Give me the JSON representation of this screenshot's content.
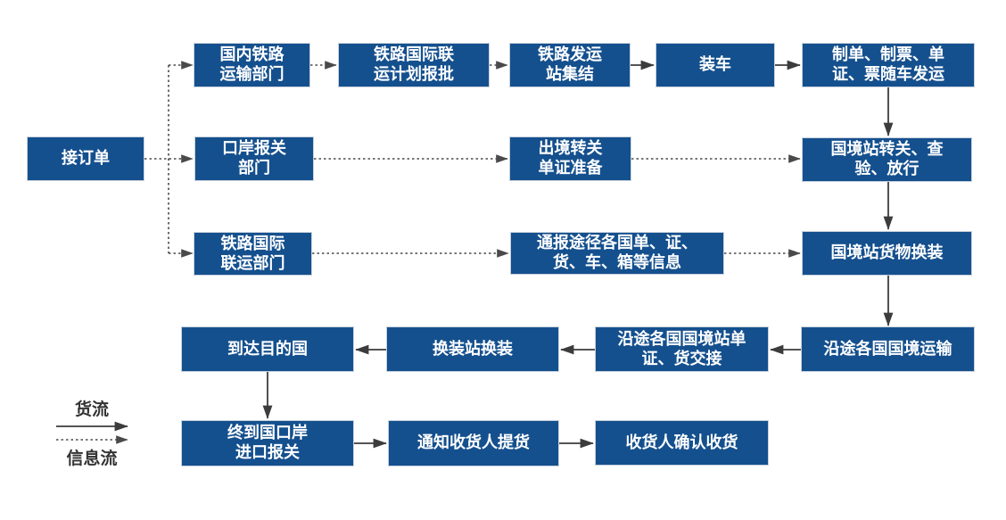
{
  "colors": {
    "box_bg": "#15508E",
    "box_text": "#FFFFFF",
    "cargo_flow_line": "#3C3C3C",
    "info_flow_line": "#4A4A4A",
    "legend_text": "#333333",
    "background": "#FFFFFF"
  },
  "legend": {
    "cargo_flow_label": "货流",
    "info_flow_label": "信息流"
  },
  "nodes": {
    "receive_order": {
      "label": "接订单"
    },
    "domestic_rail_dept": {
      "label": "国内铁路\n运输部门"
    },
    "intl_plan_approval": {
      "label": "铁路国际联\n运计划报批"
    },
    "departure_station_assembly": {
      "label": "铁路发运\n站集结"
    },
    "loading": {
      "label": "装车"
    },
    "docs_with_train": {
      "label": "制单、制票、单\n证、票随车发运"
    },
    "port_customs_dept": {
      "label": "口岸报关\n部门"
    },
    "exit_transfer_docs": {
      "label": "出境转关\n单证准备"
    },
    "border_station_clearance": {
      "label": "国境站转关、查\n验、放行"
    },
    "intl_liaison_dept": {
      "label": "铁路国际\n联运部门"
    },
    "notify_countries_info": {
      "label": "通报途径各国单、证、\n货、车、箱等信息"
    },
    "border_station_transship": {
      "label": "国境站货物换装"
    },
    "arrive_destination": {
      "label": "到达目的国"
    },
    "transship_station": {
      "label": "换装站换装"
    },
    "border_station_handover": {
      "label": "沿途各国国境站单\n证、货交接"
    },
    "border_transport": {
      "label": "沿途各国国境运输"
    },
    "final_port_customs": {
      "label": "终到国口岸\n进口报关"
    },
    "notify_consignee": {
      "label": "通知收货人提货"
    },
    "consignee_confirm": {
      "label": "收货人确认收货"
    }
  }
}
